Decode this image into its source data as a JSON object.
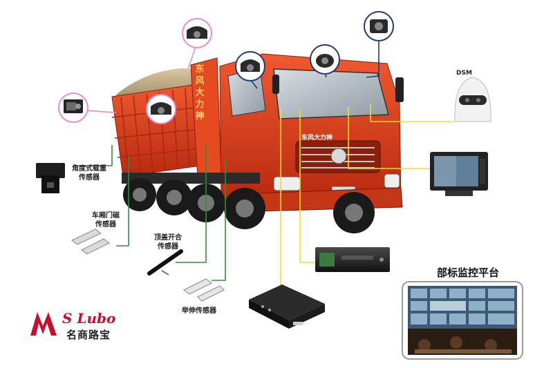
{
  "labels": {
    "angle_sensor": "角度式载重\n传感器",
    "door_sensor": "车厢门磁\n传感器",
    "roof_sensor": "顶盖开合\n传感器",
    "lift_sensor": "举伸传感器",
    "dsm": "DSM",
    "platform": "部标监控平台"
  },
  "truck": {
    "door_brand": "东风大力神",
    "cab_brand": "东风大力神"
  },
  "brand": {
    "name_en": "S Lubo",
    "name_cn": "名商路宝"
  },
  "colors": {
    "truck_red": "#e2431f",
    "callout_pink": "#e98bcf",
    "callout_navy": "#1f3a6e",
    "wire_yellow": "#f3dc2a",
    "wire_green": "#2f8f3a",
    "brand_red": "#c8102e"
  },
  "icons": [
    "camera-icon",
    "dsm-camera-icon",
    "monitor-icon",
    "dvr-icon",
    "mdvr-icon",
    "video-wall-icon",
    "sensor-icon"
  ]
}
